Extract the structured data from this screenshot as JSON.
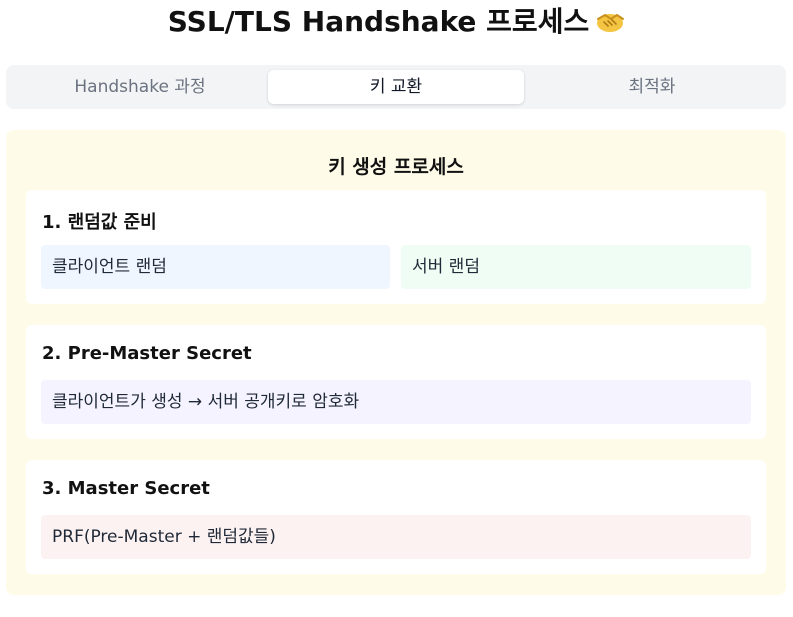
{
  "header": {
    "title": "SSL/TLS Handshake 프로세스",
    "emoji": "handshake-icon"
  },
  "tabs": [
    {
      "label": "Handshake 과정",
      "active": false
    },
    {
      "label": "키 교환",
      "active": true
    },
    {
      "label": "최적화",
      "active": false
    }
  ],
  "panel": {
    "title": "키 생성 프로세스",
    "steps": [
      {
        "title": "1. 랜덤값 준비",
        "items": [
          {
            "label": "클라이언트 랜덤",
            "color": "#eff6ff"
          },
          {
            "label": "서버 랜덤",
            "color": "#f0fdf4"
          }
        ]
      },
      {
        "title": "2. Pre-Master Secret",
        "items": [
          {
            "label": "클라이언트가 생성 → 서버 공개키로 암호화",
            "color": "#f5f3ff"
          }
        ]
      },
      {
        "title": "3. Master Secret",
        "items": [
          {
            "label": "PRF(Pre-Master + 랜덤값들)",
            "color": "#fdf2f2"
          }
        ]
      }
    ]
  },
  "colors": {
    "panel_background": "#fefce8",
    "tab_bar_background": "#f3f4f6"
  }
}
